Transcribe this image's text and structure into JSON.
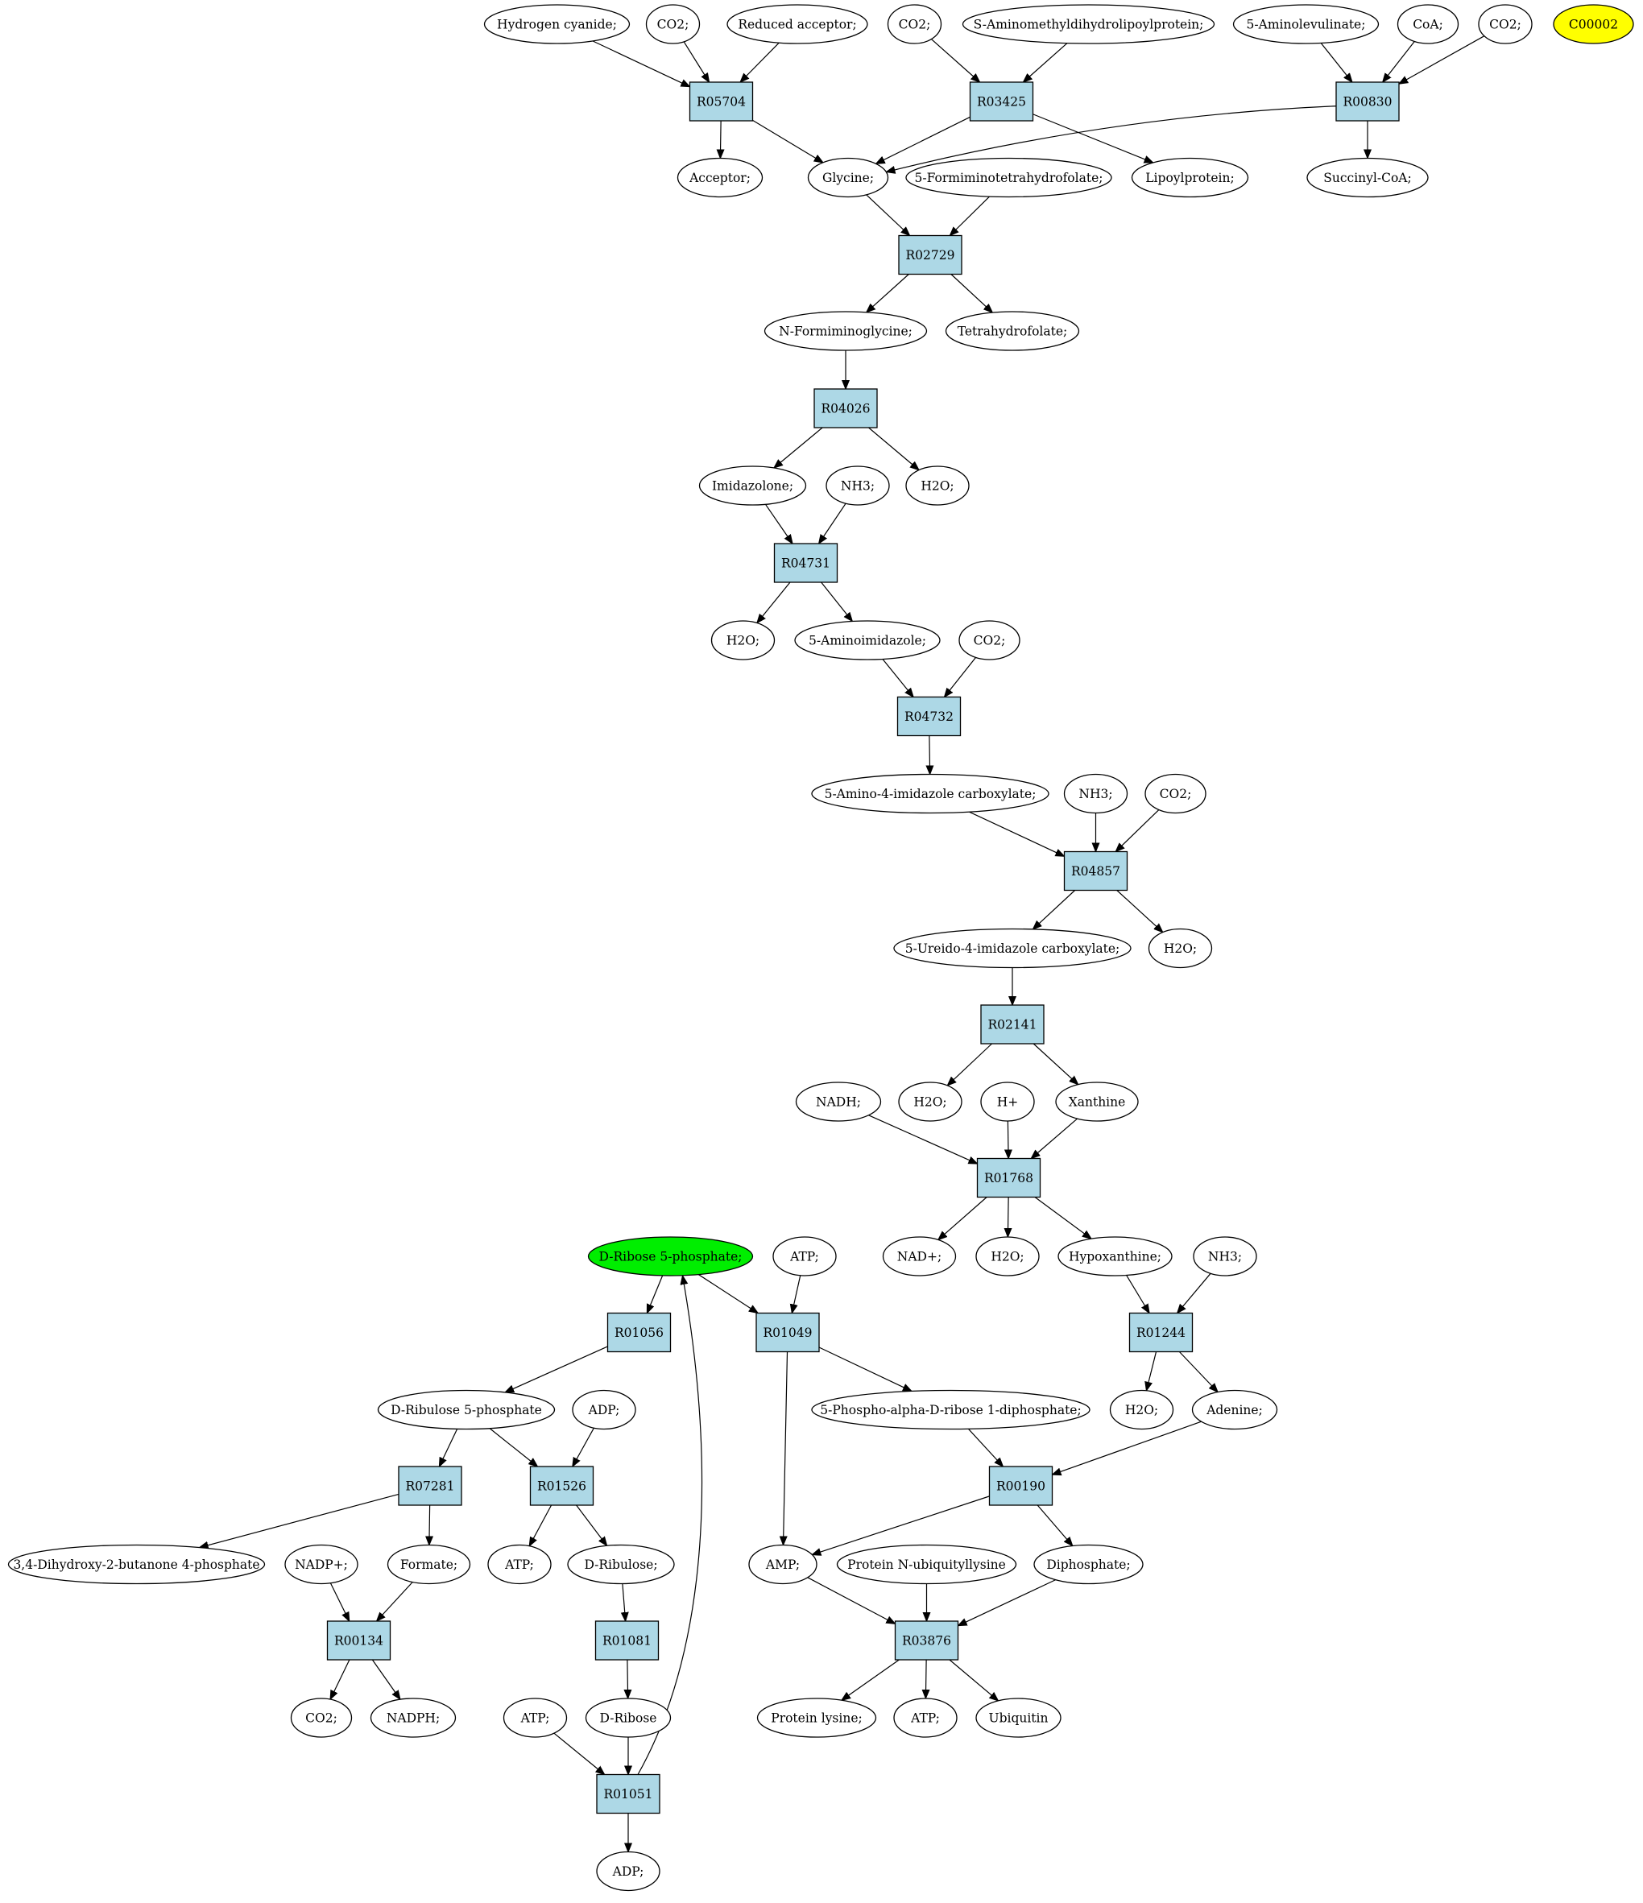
{
  "colors": {
    "reaction_fill": "#add8e6",
    "metabolite_fill": "#ffffff",
    "highlight_green": "#00ee00",
    "highlight_yellow": "#ffff00"
  },
  "metabolites": [
    {
      "id": "m_hcn",
      "label": "Hydrogen cyanide;"
    },
    {
      "id": "m_co2_a",
      "label": "CO2;"
    },
    {
      "id": "m_redacc",
      "label": "Reduced acceptor;"
    },
    {
      "id": "m_co2_b",
      "label": "CO2;"
    },
    {
      "id": "m_samdlp",
      "label": "S-Aminomethyldihydrolipoylprotein;"
    },
    {
      "id": "m_5ala",
      "label": "5-Aminolevulinate;"
    },
    {
      "id": "m_coa",
      "label": "CoA;"
    },
    {
      "id": "m_co2_c",
      "label": "CO2;"
    },
    {
      "id": "m_c00002",
      "label": "C00002",
      "highlight": "yellow"
    },
    {
      "id": "m_acceptor",
      "label": "Acceptor;"
    },
    {
      "id": "m_glycine",
      "label": "Glycine;"
    },
    {
      "id": "m_5fthf",
      "label": "5-Formiminotetrahydrofolate;"
    },
    {
      "id": "m_lipoyl",
      "label": "Lipoylprotein;"
    },
    {
      "id": "m_succoa",
      "label": "Succinyl-CoA;"
    },
    {
      "id": "m_nfg",
      "label": "N-Formiminoglycine;"
    },
    {
      "id": "m_thf",
      "label": "Tetrahydrofolate;"
    },
    {
      "id": "m_imid",
      "label": "Imidazolone;"
    },
    {
      "id": "m_nh3_a",
      "label": "NH3;"
    },
    {
      "id": "m_h2o_a",
      "label": "H2O;"
    },
    {
      "id": "m_h2o_b",
      "label": "H2O;"
    },
    {
      "id": "m_5ai",
      "label": "5-Aminoimidazole;"
    },
    {
      "id": "m_co2_d",
      "label": "CO2;"
    },
    {
      "id": "m_5a4ic",
      "label": "5-Amino-4-imidazole carboxylate;"
    },
    {
      "id": "m_nh3_b",
      "label": "NH3;"
    },
    {
      "id": "m_co2_e",
      "label": "CO2;"
    },
    {
      "id": "m_5u4ic",
      "label": "5-Ureido-4-imidazole carboxylate;"
    },
    {
      "id": "m_h2o_c",
      "label": "H2O;"
    },
    {
      "id": "m_nadh",
      "label": "NADH;"
    },
    {
      "id": "m_h2o_d",
      "label": "H2O;"
    },
    {
      "id": "m_hplus",
      "label": "H+"
    },
    {
      "id": "m_xanthine",
      "label": "Xanthine"
    },
    {
      "id": "m_r5p",
      "label": "D-Ribose 5-phosphate;",
      "highlight": "green"
    },
    {
      "id": "m_atp_a",
      "label": "ATP;"
    },
    {
      "id": "m_nadp_a",
      "label": "NAD+;"
    },
    {
      "id": "m_h2o_e",
      "label": "H2O;"
    },
    {
      "id": "m_hypox",
      "label": "Hypoxanthine;"
    },
    {
      "id": "m_nh3_c",
      "label": "NH3;"
    },
    {
      "id": "m_ru5p",
      "label": "D-Ribulose 5-phosphate"
    },
    {
      "id": "m_adp_a",
      "label": "ADP;"
    },
    {
      "id": "m_prpp",
      "label": "5-Phospho-alpha-D-ribose 1-diphosphate;"
    },
    {
      "id": "m_h2o_f",
      "label": "H2O;"
    },
    {
      "id": "m_adenine",
      "label": "Adenine;"
    },
    {
      "id": "m_dhbp",
      "label": "3,4-Dihydroxy-2-butanone 4-phosphate"
    },
    {
      "id": "m_nadpplus",
      "label": "NADP+;"
    },
    {
      "id": "m_formate",
      "label": "Formate;"
    },
    {
      "id": "m_atp_b",
      "label": "ATP;"
    },
    {
      "id": "m_dribulose",
      "label": "D-Ribulose;"
    },
    {
      "id": "m_amp",
      "label": "AMP;"
    },
    {
      "id": "m_pnu",
      "label": "Protein N-ubiquityllysine"
    },
    {
      "id": "m_diphos",
      "label": "Diphosphate;"
    },
    {
      "id": "m_co2_f",
      "label": "CO2;"
    },
    {
      "id": "m_nadph",
      "label": "NADPH;"
    },
    {
      "id": "m_atp_c",
      "label": "ATP;"
    },
    {
      "id": "m_dribose",
      "label": "D-Ribose"
    },
    {
      "id": "m_plys",
      "label": "Protein lysine;"
    },
    {
      "id": "m_atp_d",
      "label": "ATP;"
    },
    {
      "id": "m_ubiq",
      "label": "Ubiquitin"
    },
    {
      "id": "m_adp_b",
      "label": "ADP;"
    }
  ],
  "reactions": [
    {
      "id": "r_R05704",
      "label": "R05704"
    },
    {
      "id": "r_R03425",
      "label": "R03425"
    },
    {
      "id": "r_R00830",
      "label": "R00830"
    },
    {
      "id": "r_R02729",
      "label": "R02729"
    },
    {
      "id": "r_R04026",
      "label": "R04026"
    },
    {
      "id": "r_R04731",
      "label": "R04731"
    },
    {
      "id": "r_R04732",
      "label": "R04732"
    },
    {
      "id": "r_R04857",
      "label": "R04857"
    },
    {
      "id": "r_R02141",
      "label": "R02141"
    },
    {
      "id": "r_R01768",
      "label": "R01768"
    },
    {
      "id": "r_R01056",
      "label": "R01056"
    },
    {
      "id": "r_R01049",
      "label": "R01049"
    },
    {
      "id": "r_R01244",
      "label": "R01244"
    },
    {
      "id": "r_R07281",
      "label": "R07281"
    },
    {
      "id": "r_R01526",
      "label": "R01526"
    },
    {
      "id": "r_R00190",
      "label": "R00190"
    },
    {
      "id": "r_R00134",
      "label": "R00134"
    },
    {
      "id": "r_R01081",
      "label": "R01081"
    },
    {
      "id": "r_R03876",
      "label": "R03876"
    },
    {
      "id": "r_R01051",
      "label": "R01051"
    }
  ],
  "edges": [
    [
      "m_hcn",
      "r_R05704"
    ],
    [
      "m_co2_a",
      "r_R05704"
    ],
    [
      "m_redacc",
      "r_R05704"
    ],
    [
      "r_R05704",
      "m_acceptor"
    ],
    [
      "r_R05704",
      "m_glycine"
    ],
    [
      "m_co2_b",
      "r_R03425"
    ],
    [
      "m_samdlp",
      "r_R03425"
    ],
    [
      "r_R03425",
      "m_glycine"
    ],
    [
      "r_R03425",
      "m_lipoyl"
    ],
    [
      "m_5ala",
      "r_R00830"
    ],
    [
      "m_coa",
      "r_R00830"
    ],
    [
      "m_co2_c",
      "r_R00830"
    ],
    [
      "r_R00830",
      "m_glycine"
    ],
    [
      "r_R00830",
      "m_succoa"
    ],
    [
      "m_glycine",
      "r_R02729"
    ],
    [
      "m_5fthf",
      "r_R02729"
    ],
    [
      "r_R02729",
      "m_nfg"
    ],
    [
      "r_R02729",
      "m_thf"
    ],
    [
      "m_nfg",
      "r_R04026"
    ],
    [
      "r_R04026",
      "m_imid"
    ],
    [
      "r_R04026",
      "m_h2o_a"
    ],
    [
      "m_imid",
      "r_R04731"
    ],
    [
      "m_nh3_a",
      "r_R04731"
    ],
    [
      "r_R04731",
      "m_h2o_b"
    ],
    [
      "r_R04731",
      "m_5ai"
    ],
    [
      "m_5ai",
      "r_R04732"
    ],
    [
      "m_co2_d",
      "r_R04732"
    ],
    [
      "r_R04732",
      "m_5a4ic"
    ],
    [
      "m_5a4ic",
      "r_R04857"
    ],
    [
      "m_nh3_b",
      "r_R04857"
    ],
    [
      "m_co2_e",
      "r_R04857"
    ],
    [
      "r_R04857",
      "m_5u4ic"
    ],
    [
      "r_R04857",
      "m_h2o_c"
    ],
    [
      "m_5u4ic",
      "r_R02141"
    ],
    [
      "r_R02141",
      "m_h2o_d"
    ],
    [
      "r_R02141",
      "m_xanthine"
    ],
    [
      "m_nadh",
      "r_R01768"
    ],
    [
      "m_hplus",
      "r_R01768"
    ],
    [
      "m_xanthine",
      "r_R01768"
    ],
    [
      "r_R01768",
      "m_nadp_a"
    ],
    [
      "r_R01768",
      "m_h2o_e"
    ],
    [
      "r_R01768",
      "m_hypox"
    ],
    [
      "m_hypox",
      "r_R01244"
    ],
    [
      "m_nh3_c",
      "r_R01244"
    ],
    [
      "r_R01244",
      "m_h2o_f"
    ],
    [
      "r_R01244",
      "m_adenine"
    ],
    [
      "m_r5p",
      "r_R01056"
    ],
    [
      "m_r5p",
      "r_R01049"
    ],
    [
      "m_atp_a",
      "r_R01049"
    ],
    [
      "r_R01056",
      "m_ru5p"
    ],
    [
      "r_R01049",
      "m_prpp"
    ],
    [
      "r_R01049",
      "m_amp"
    ],
    [
      "m_ru5p",
      "r_R07281"
    ],
    [
      "m_ru5p",
      "r_R01526"
    ],
    [
      "m_adp_a",
      "r_R01526"
    ],
    [
      "r_R07281",
      "m_dhbp"
    ],
    [
      "r_R07281",
      "m_formate"
    ],
    [
      "r_R01526",
      "m_atp_b"
    ],
    [
      "r_R01526",
      "m_dribulose"
    ],
    [
      "m_prpp",
      "r_R00190"
    ],
    [
      "m_adenine",
      "r_R00190"
    ],
    [
      "r_R00190",
      "m_amp"
    ],
    [
      "r_R00190",
      "m_diphos"
    ],
    [
      "m_nadpplus",
      "r_R00134"
    ],
    [
      "m_formate",
      "r_R00134"
    ],
    [
      "r_R00134",
      "m_co2_f"
    ],
    [
      "r_R00134",
      "m_nadph"
    ],
    [
      "m_dribulose",
      "r_R01081"
    ],
    [
      "r_R01081",
      "m_dribose"
    ],
    [
      "m_amp",
      "r_R03876"
    ],
    [
      "m_pnu",
      "r_R03876"
    ],
    [
      "m_diphos",
      "r_R03876"
    ],
    [
      "r_R03876",
      "m_plys"
    ],
    [
      "r_R03876",
      "m_atp_d"
    ],
    [
      "r_R03876",
      "m_ubiq"
    ],
    [
      "m_atp_c",
      "r_R01051"
    ],
    [
      "m_dribose",
      "r_R01051"
    ],
    [
      "r_R01051",
      "m_adp_b"
    ],
    [
      "r_R01051",
      "m_r5p"
    ]
  ]
}
